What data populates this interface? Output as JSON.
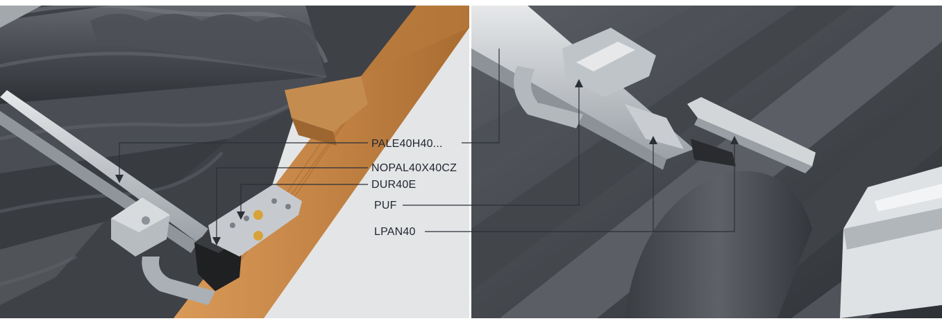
{
  "callouts": {
    "pale": "PALE40H40...",
    "nopal": "NOPAL40X40CZ",
    "dur": "DUR40E",
    "puf": "PUF",
    "lpan": "LPAN40"
  },
  "colors": {
    "tile_dark": "#3c3f44",
    "tile_mid": "#55595f",
    "tile_light": "#6d7177",
    "wood": "#c98a4a",
    "wood_dark": "#a86a2e",
    "background_panel": "#e4e5e6",
    "metal": "#c8ccd0",
    "metal_dark": "#8e949a",
    "rubber": "#1d1e20",
    "leader": "#2b2f36"
  }
}
